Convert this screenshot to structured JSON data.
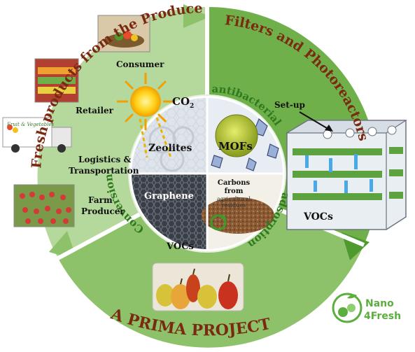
{
  "arc_titles": {
    "fresh_products": "Fresh products from the Producer to the End",
    "filters": "Filters and Photoreactors",
    "project": "A PRIMA PROJECT"
  },
  "inner_arcs": {
    "conversion": "Conversion",
    "antibacterial": "antibacterial",
    "adsorption": "adsorption"
  },
  "supply_chain": {
    "consumer": "Consumer",
    "retailer": "Retailer",
    "logistics_line1": "Logistics &",
    "logistics_line2": "Transportation",
    "farm_line1": "Farm",
    "farm_line2": "Producer",
    "truck_sign": "Fruit & Vegetables"
  },
  "quadrants": {
    "co2": "CO",
    "co2_sub": "2",
    "zeolites": "Zeolites",
    "mofs": "MOFs",
    "graphene": "Graphene",
    "carbons_line1": "Carbons",
    "carbons_line2": "from",
    "carbons_line3": "agricultural",
    "carbons_line4": "residues",
    "vocs_center": "VOCs"
  },
  "reactor": {
    "setup": "Set-up",
    "vocs": "VOCs"
  },
  "logo": {
    "line1": "Nano",
    "line2": "4Fresh"
  },
  "colors": {
    "light_green": "#a8d18b",
    "mid_green": "#7cb45a",
    "dark_green": "#4e9a2e",
    "title_brown": "#7a2a10"
  }
}
